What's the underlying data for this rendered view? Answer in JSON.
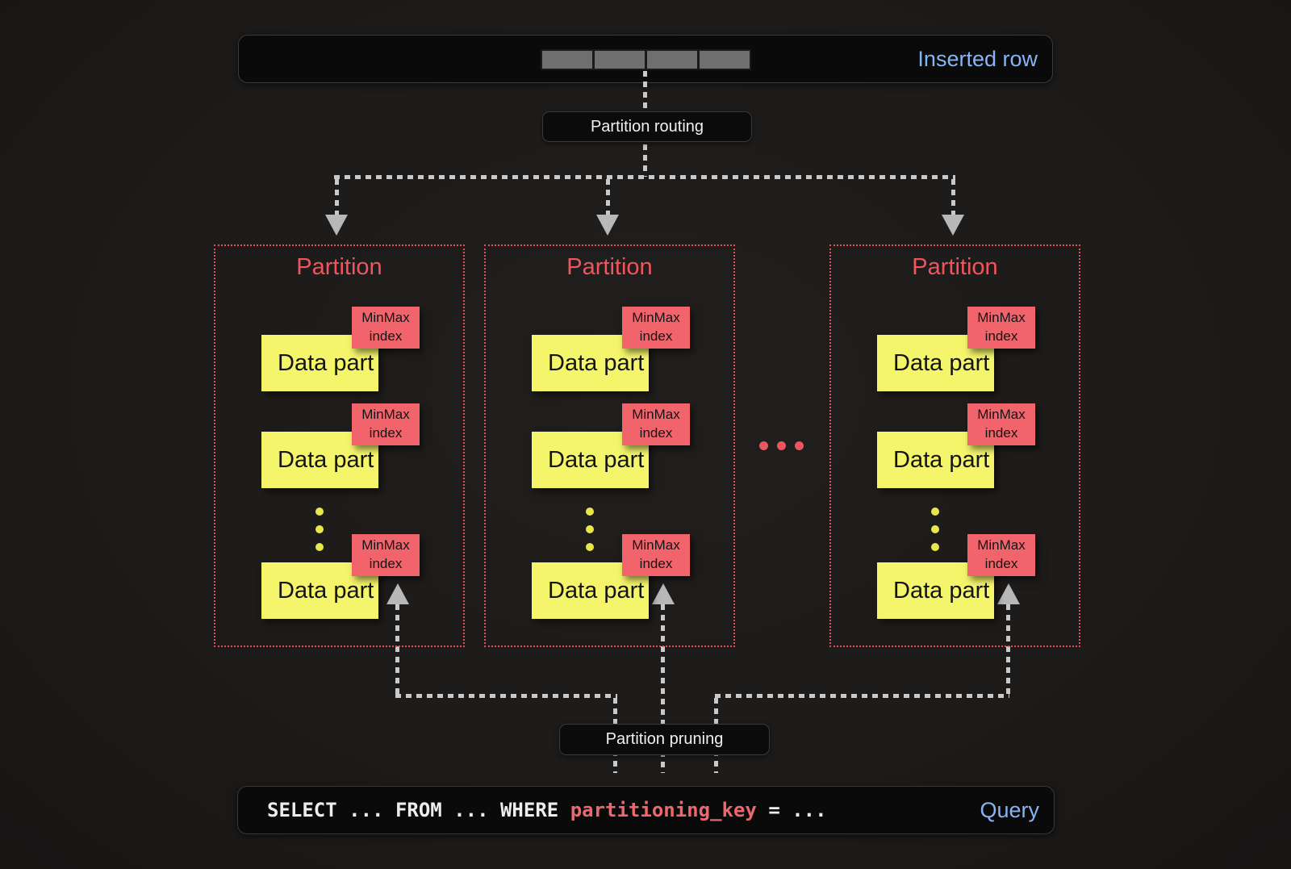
{
  "colors": {
    "background": "#1e1c1a",
    "bar_background": "#0a0a0a",
    "accent_blue": "#87b4f4",
    "partition_red": "#f0545f",
    "minmax_red": "#f2646c",
    "data_part_yellow": "#f5f56b",
    "connector_gray": "#c9c9c9",
    "sql_key_red": "#ed676d"
  },
  "inserted_row": {
    "label": "Inserted row",
    "cell_count": 4
  },
  "routing": {
    "label": "Partition routing"
  },
  "pruning": {
    "label": "Partition pruning"
  },
  "partitions": [
    {
      "title": "Partition",
      "data_parts": [
        {
          "label": "Data part",
          "tag": "MinMax index"
        },
        {
          "label": "Data part",
          "tag": "MinMax index"
        },
        {
          "label": "Data part",
          "tag": "MinMax index"
        }
      ]
    },
    {
      "title": "Partition",
      "data_parts": [
        {
          "label": "Data part",
          "tag": "MinMax index"
        },
        {
          "label": "Data part",
          "tag": "MinMax index"
        },
        {
          "label": "Data part",
          "tag": "MinMax index"
        }
      ]
    },
    {
      "title": "Partition",
      "data_parts": [
        {
          "label": "Data part",
          "tag": "MinMax index"
        },
        {
          "label": "Data part",
          "tag": "MinMax index"
        },
        {
          "label": "Data part",
          "tag": "MinMax index"
        }
      ]
    }
  ],
  "query": {
    "sql_prefix": "SELECT ... FROM ... WHERE ",
    "sql_key": "partitioning_key",
    "sql_suffix": " = ...",
    "label": "Query"
  }
}
